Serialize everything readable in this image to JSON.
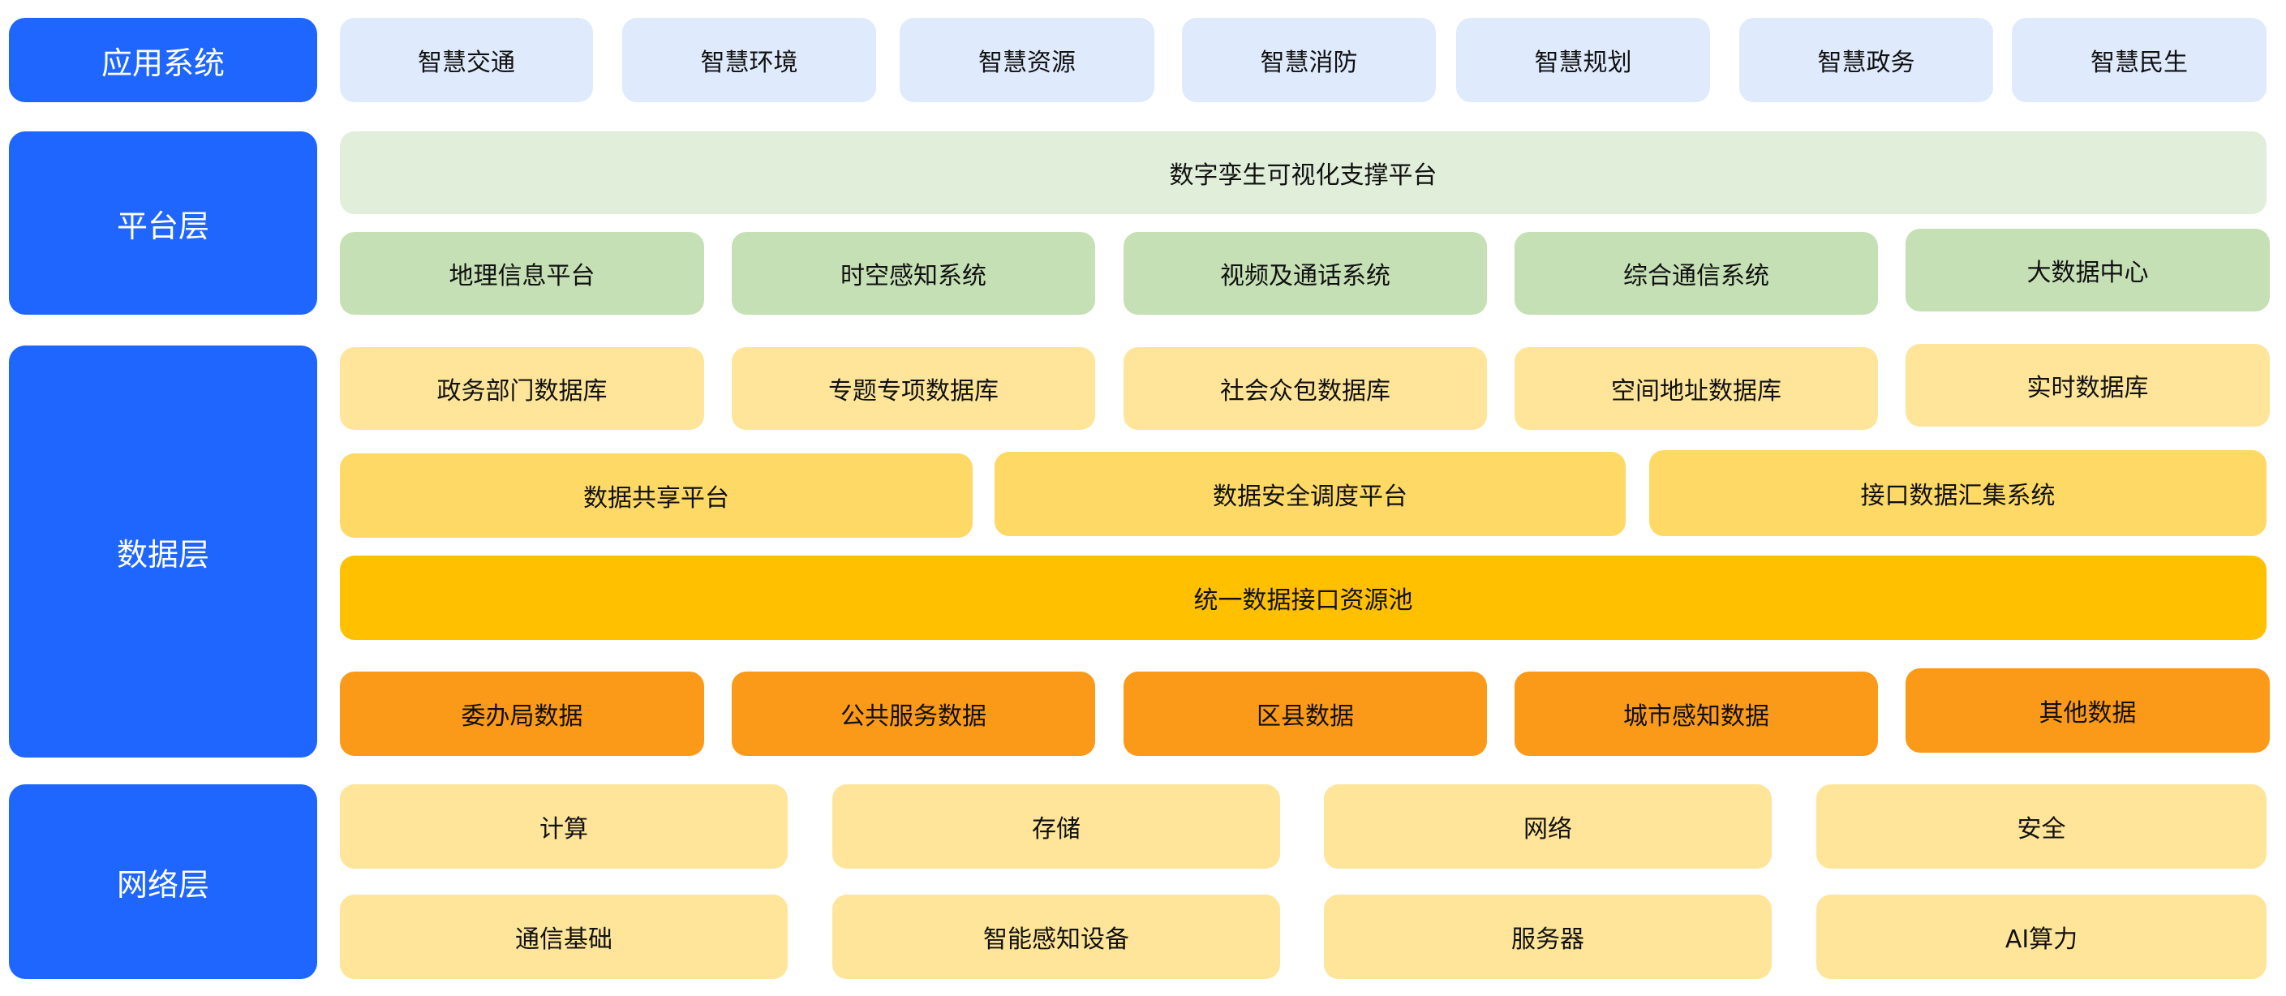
{
  "layers": {
    "application": "应用系统",
    "platform": "平台层",
    "data": "数据层",
    "network": "网络层"
  },
  "application_items": [
    "智慧交通",
    "智慧环境",
    "智慧资源",
    "智慧消防",
    "智慧规划",
    "智慧政务",
    "智慧民生"
  ],
  "platform": {
    "twin": "数字孪生可视化支撑平台",
    "items": [
      "地理信息平台",
      "时空感知系统",
      "视频及通话系统",
      "综合通信系统",
      "大数据中心"
    ]
  },
  "data": {
    "databases": [
      "政务部门数据库",
      "专题专项数据库",
      "社会众包数据库",
      "空间地址数据库",
      "实时数据库"
    ],
    "platforms": [
      "数据共享平台",
      "数据安全调度平台",
      "接口数据汇集系统"
    ],
    "pool": "统一数据接口资源池",
    "sources": [
      "委办局数据",
      "公共服务数据",
      "区县数据",
      "城市感知数据",
      "其他数据"
    ]
  },
  "network": {
    "row1": [
      "计算",
      "存储",
      "网络",
      "安全"
    ],
    "row2": [
      "通信基础",
      "智能感知设备",
      "服务器",
      "AI算力"
    ]
  },
  "colors": {
    "layer": "#1f66ff",
    "application": "#dfeafc",
    "twin": "#e1eed9",
    "platform": "#c5e0b4",
    "database": "#fee599",
    "data_platform": "#fed966",
    "pool": "#ffc000",
    "source": "#fb9918"
  }
}
